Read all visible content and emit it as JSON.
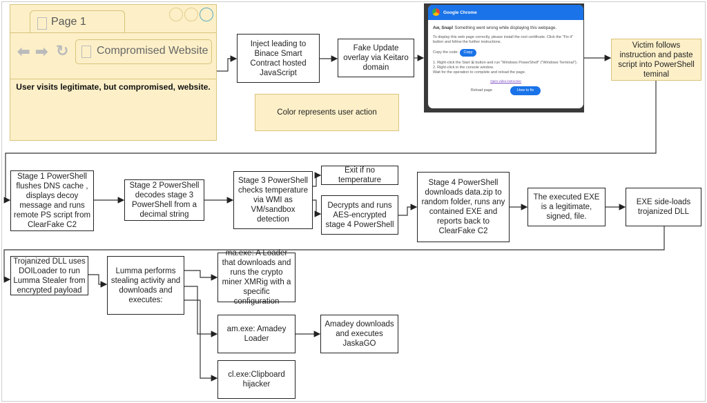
{
  "browser": {
    "tab": "Page 1",
    "url": "Compromised Website",
    "caption": "User visits legitimate, but compromised, website."
  },
  "steps": {
    "inject": "Inject leading to Binace Smart Contract hosted JavaScript",
    "fake_update": "Fake Update overlay via Keitaro domain",
    "legend": "Color represents user action",
    "victim": "Victim follows instruction and paste script into PowerShell teminal",
    "stage1": "Stage 1 PowerShell flushes DNS cache , displays decoy message and runs remote PS script from ClearFake C2",
    "stage2": "Stage 2 PowerShell decodes stage 3 PowerShell from a decimal string",
    "stage3": "Stage 3 PowerShell checks temperature via WMI as VM/sandbox detection",
    "exit": "Exit if no temperature",
    "decrypts": "Decrypts and runs AES-encrypted stage 4 PowerShell",
    "stage4": "Stage 4 PowerShell downloads data.zip to random folder, runs any contained EXE and reports back to ClearFake C2",
    "exe": "The executed EXE is a legitimate, signed, file.",
    "sideload": "EXE side-loads trojanized DLL",
    "trojanized": "Trojanized DLL uses DOILoader to run Lumma Stealer from encrypted payload",
    "lumma": "Lumma performs stealing activity and downloads and executes:",
    "ma": "ma.exe: A Loader that downloads and runs the crypto miner XMRig with a specific configuration",
    "am": "am.exe: Amadey Loader",
    "amadey": "Amadey downloads and executes JaskaGO",
    "cl": "cl.exe:Clipboard hijacker"
  },
  "chrome_dialog": {
    "title": "Google Chrome",
    "heading_bold": "Aw, Snap!",
    "heading": "Something went wrong while displaying this webpage.",
    "body": "To display this web page correctly, please install the root certificate. Click the \"Fix it\" button and follow the further instructions.",
    "copy_label": "Copy the code:",
    "copy_button": "Copy",
    "instr1": "1. Right-click the Start ⊞ button and run \"Windows PowerShell\" (\"Windows Terminal\").",
    "instr2": "2. Right-click in the console window.",
    "instr3": "Wait for the operation to complete and reload the page.",
    "video_link": "Open video instruction",
    "reload": "Reload page",
    "fix": "How to fix"
  },
  "colors": {
    "user_action": "#fdf0c8",
    "chrome_blue": "#1a73e8"
  }
}
